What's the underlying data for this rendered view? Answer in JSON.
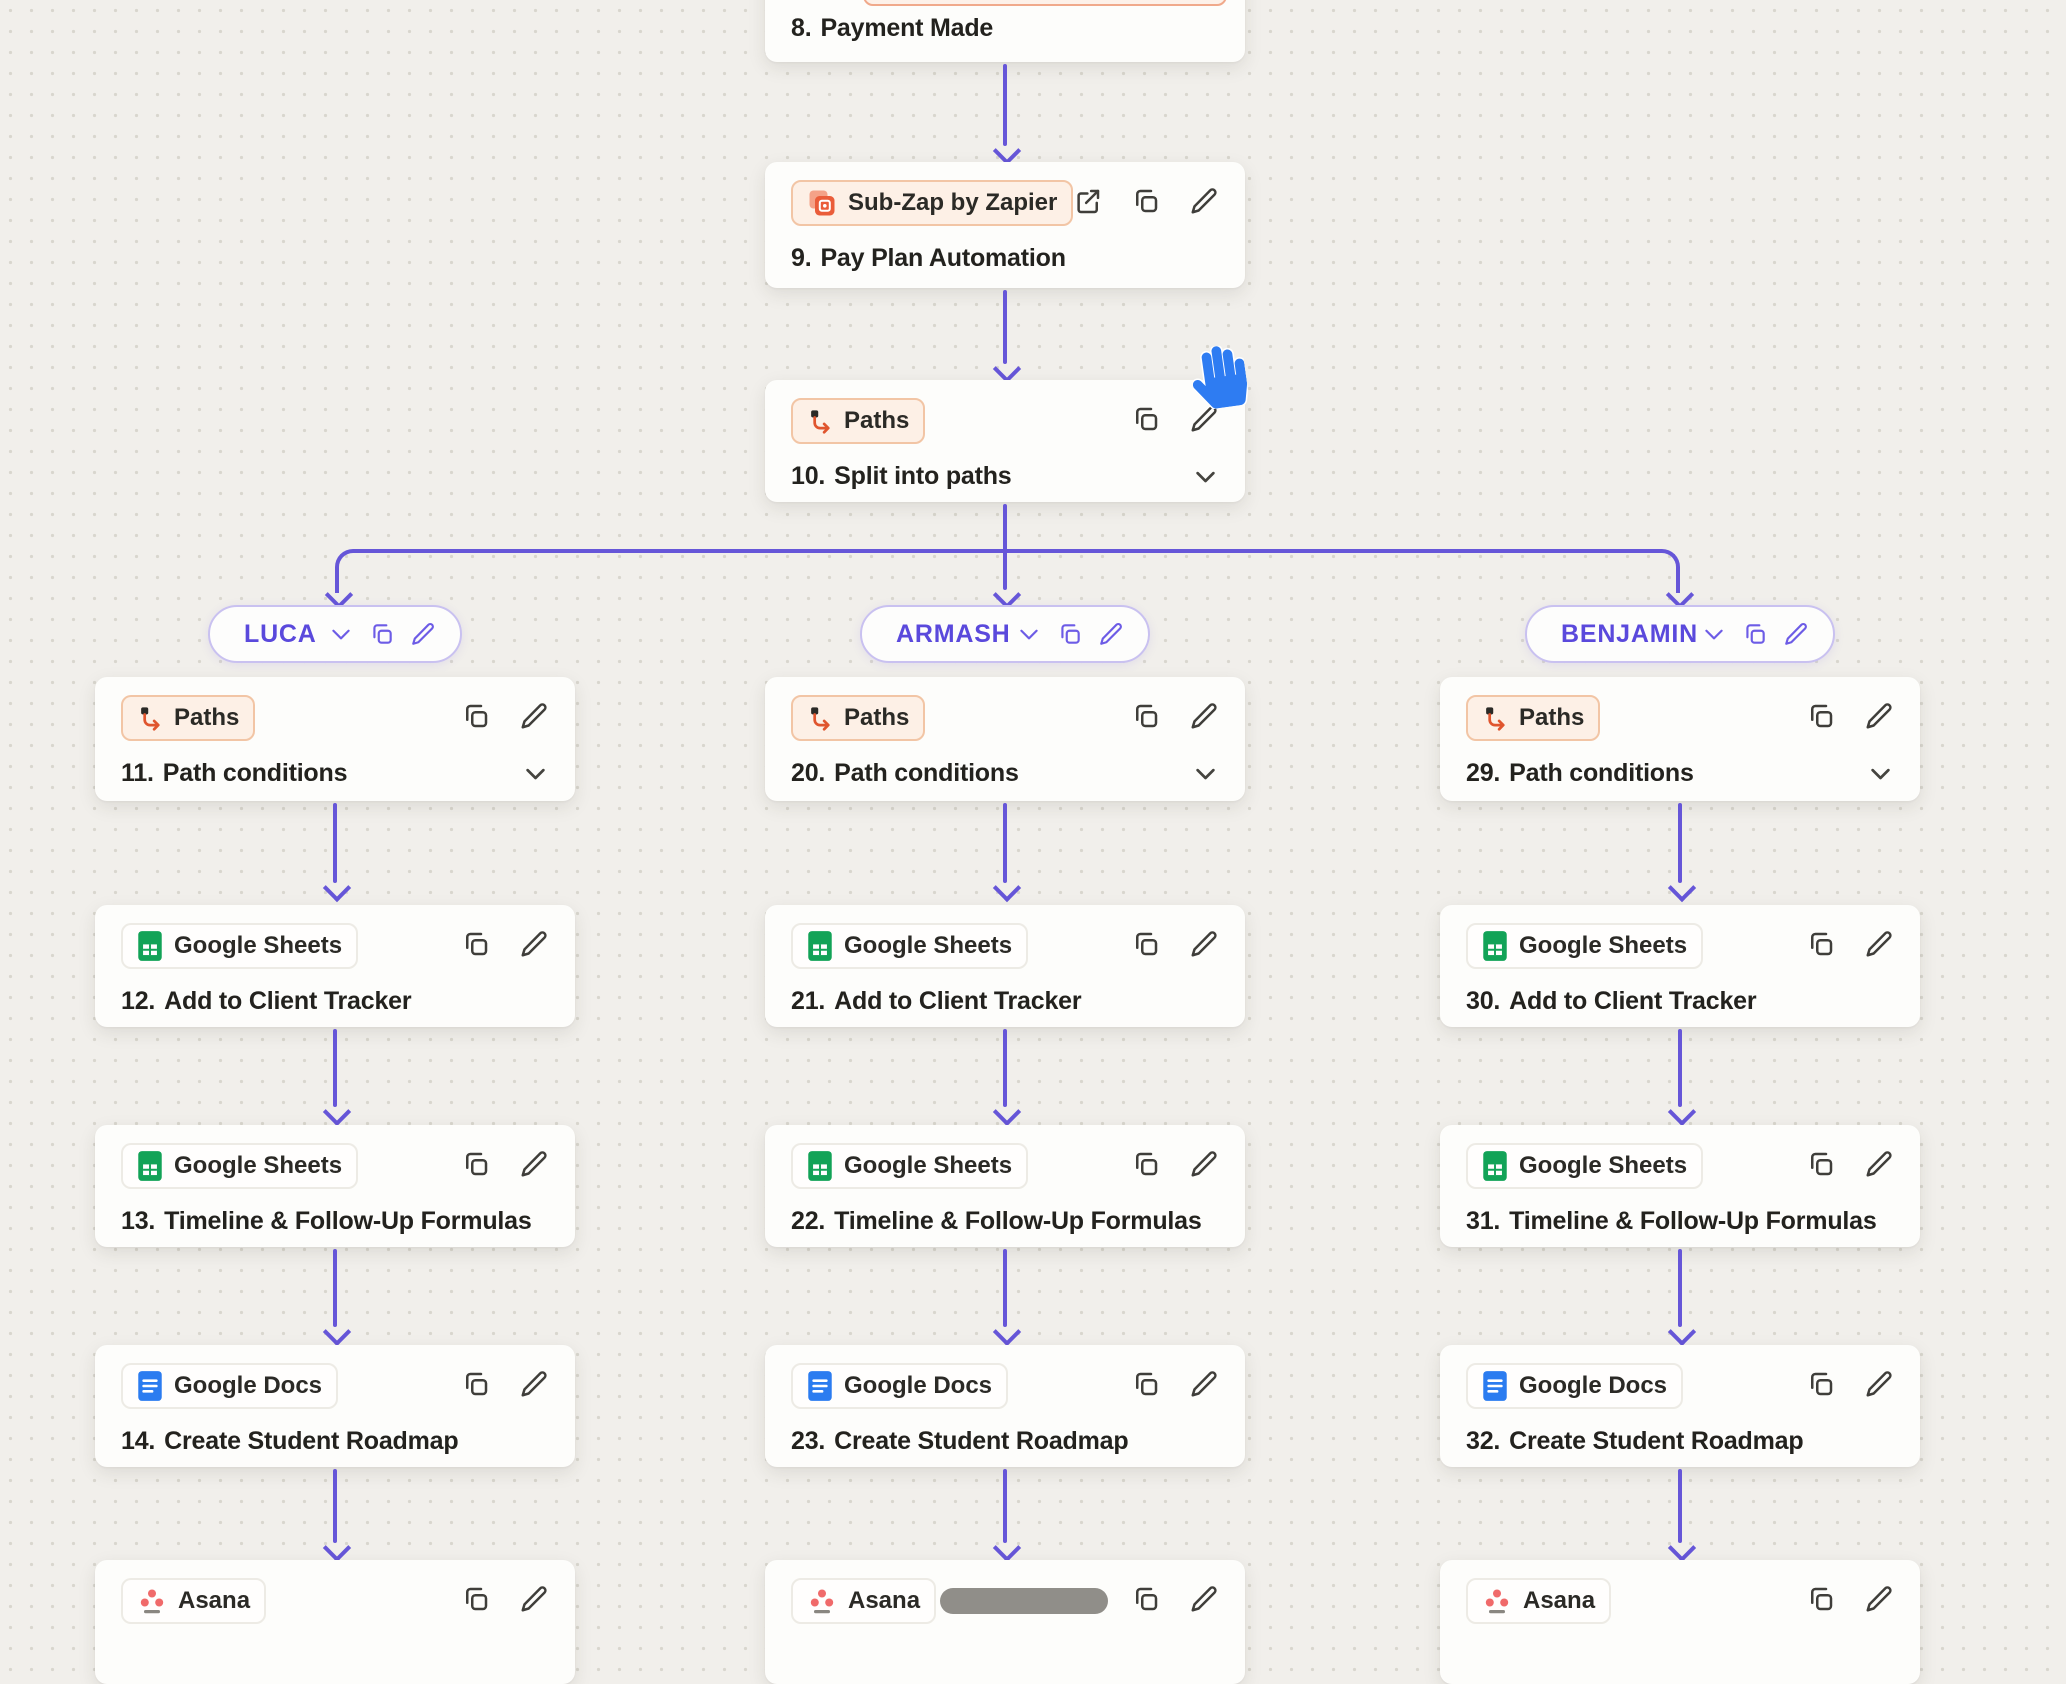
{
  "colors": {
    "background": "#f1efeb",
    "card": "#fdfdfb",
    "connector_purple": "#6656d8",
    "paths_badge_bg": "#fdf0e6",
    "paths_badge_border": "#f2c5a5",
    "paths_icon_orange": "#e0552e",
    "pill_text_purple": "#5a49dc",
    "pill_border_purple": "#c9c1f0",
    "sheets_green": "#12a357",
    "docs_blue": "#2b7cf0",
    "asana_red": "#f06a6a",
    "action_icon_gray": "#3f3e3a",
    "cursor_blue": "#2e7cf2"
  },
  "trunk": {
    "step8": {
      "num": "8.",
      "title": "Payment Made"
    },
    "step9": {
      "badge": "Sub-Zap by Zapier",
      "num": "9.",
      "title": "Pay Plan Automation"
    },
    "step10": {
      "badge": "Paths",
      "num": "10.",
      "title": "Split into paths"
    }
  },
  "branches": [
    {
      "label": "LUCA",
      "steps": [
        {
          "badge": "Paths",
          "num": "11.",
          "title": "Path conditions"
        },
        {
          "badge": "Google Sheets",
          "num": "12.",
          "title": "Add to Client Tracker"
        },
        {
          "badge": "Google Sheets",
          "num": "13.",
          "title": "Timeline & Follow-Up Formulas"
        },
        {
          "badge": "Google Docs",
          "num": "14.",
          "title": "Create Student Roadmap"
        },
        {
          "badge": "Asana"
        }
      ]
    },
    {
      "label": "ARMASH",
      "steps": [
        {
          "badge": "Paths",
          "num": "20.",
          "title": "Path conditions"
        },
        {
          "badge": "Google Sheets",
          "num": "21.",
          "title": "Add to Client Tracker"
        },
        {
          "badge": "Google Sheets",
          "num": "22.",
          "title": "Timeline & Follow-Up Formulas"
        },
        {
          "badge": "Google Docs",
          "num": "23.",
          "title": "Create Student Roadmap"
        },
        {
          "badge": "Asana",
          "redacted": true
        }
      ]
    },
    {
      "label": "BENJAMIN",
      "steps": [
        {
          "badge": "Paths",
          "num": "29.",
          "title": "Path conditions"
        },
        {
          "badge": "Google Sheets",
          "num": "30.",
          "title": "Add to Client Tracker"
        },
        {
          "badge": "Google Sheets",
          "num": "31.",
          "title": "Timeline & Follow-Up Formulas"
        },
        {
          "badge": "Google Docs",
          "num": "32.",
          "title": "Create Student Roadmap"
        },
        {
          "badge": "Asana"
        }
      ]
    }
  ]
}
